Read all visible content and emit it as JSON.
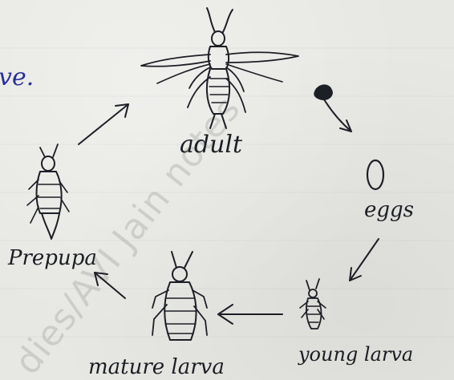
{
  "labels": {
    "adult": "adult",
    "eggs": "eggs",
    "young_larva": "young larva",
    "mature_larva": "mature larva",
    "prepupa": "Prepupa"
  },
  "corner_text": "ve.",
  "watermark": "dies/AVI Jain notes",
  "colors": {
    "ink": "#1d1f26",
    "blue_ink": "#2a2f9a",
    "paper": "#e7e7e3"
  }
}
